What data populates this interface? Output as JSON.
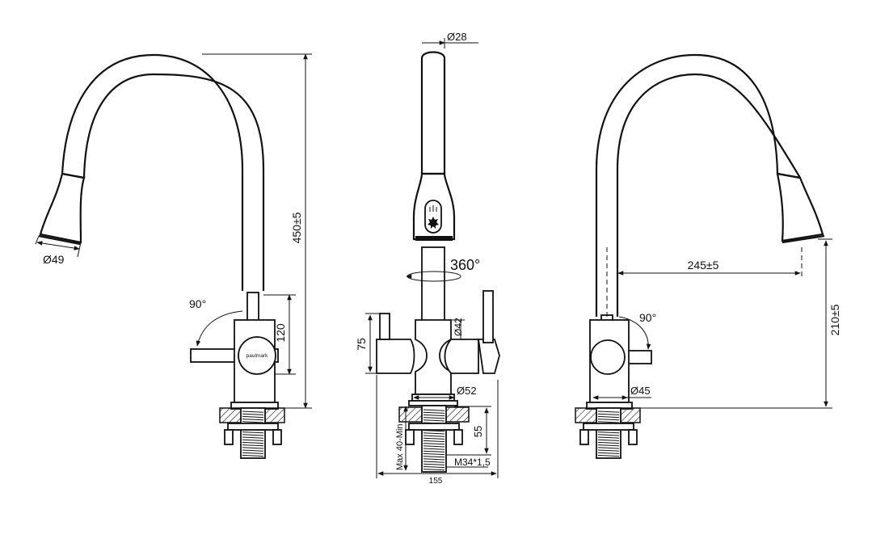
{
  "side_view_left": {
    "height_total": "450±5",
    "spout_diameter": "Ø49",
    "handle_rotation": "90°",
    "body_height": "120",
    "brand_logo": "paulmark"
  },
  "front_view": {
    "top_diameter": "Ø28",
    "swivel": "360°",
    "body_diameter": "Ø42",
    "body_height": "75",
    "base_diameter": "Ø52",
    "countertop_thickness": "Max 40-Min",
    "shank_length": "55",
    "thread": "M34*1,5",
    "total_width": "155",
    "spray_icon": "spray-mode-icon"
  },
  "side_view_right": {
    "reach": "245±5",
    "outlet_height": "210±5",
    "handle_rotation": "90°",
    "body_diameter": "Ø45"
  }
}
